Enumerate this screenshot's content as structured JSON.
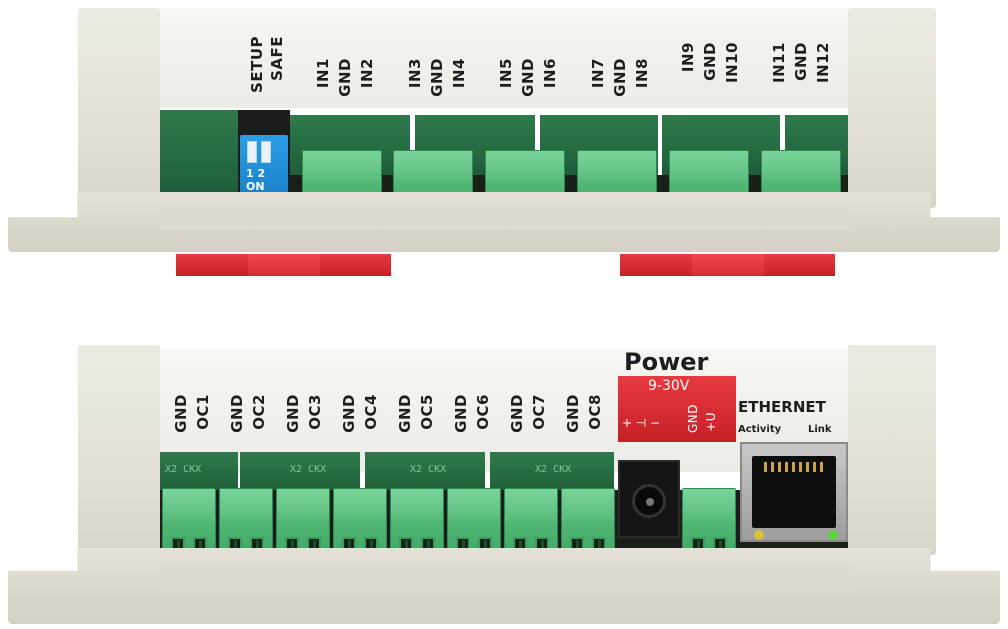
{
  "top_module": {
    "dip_switch": {
      "labels": [
        "SETUP",
        "SAFE"
      ],
      "switch_text": "1 2",
      "on_text": "ON"
    },
    "input_groups": [
      {
        "labels": [
          "IN1",
          "GND",
          "IN2"
        ]
      },
      {
        "labels": [
          "IN3",
          "GND",
          "IN4"
        ]
      },
      {
        "labels": [
          "IN5",
          "GND",
          "IN6"
        ]
      },
      {
        "labels": [
          "IN7",
          "GND",
          "IN8"
        ]
      },
      {
        "labels": [
          "IN9",
          "GND",
          "IN10"
        ]
      },
      {
        "labels": [
          "IN11",
          "GND",
          "IN12"
        ]
      }
    ]
  },
  "bottom_module": {
    "output_groups": [
      {
        "labels": [
          "GND",
          "OC1"
        ]
      },
      {
        "labels": [
          "GND",
          "OC2"
        ]
      },
      {
        "labels": [
          "GND",
          "OC3"
        ]
      },
      {
        "labels": [
          "GND",
          "OC4"
        ]
      },
      {
        "labels": [
          "GND",
          "OC5"
        ]
      },
      {
        "labels": [
          "GND",
          "OC6"
        ]
      },
      {
        "labels": [
          "GND",
          "OC7"
        ]
      },
      {
        "labels": [
          "GND",
          "OC8"
        ]
      }
    ],
    "connector_markings": [
      "X2 CKX",
      "X2 CKX",
      "X2 CKX",
      "X2 CKX"
    ],
    "power": {
      "title": "Power",
      "range": "9-30V",
      "polarity_symbol": "+ ⊣ −",
      "gnd_label": "GND",
      "u_label": "+U"
    },
    "ethernet": {
      "title": "ETHERNET",
      "activity_label": "Activity",
      "link_label": "Link"
    }
  },
  "colors": {
    "housing": "#e4e2d6",
    "terminal_green": "#4fb573",
    "pcb_green": "#256a41",
    "latch_red": "#d42a30",
    "dip_blue": "#1d8fd6"
  }
}
